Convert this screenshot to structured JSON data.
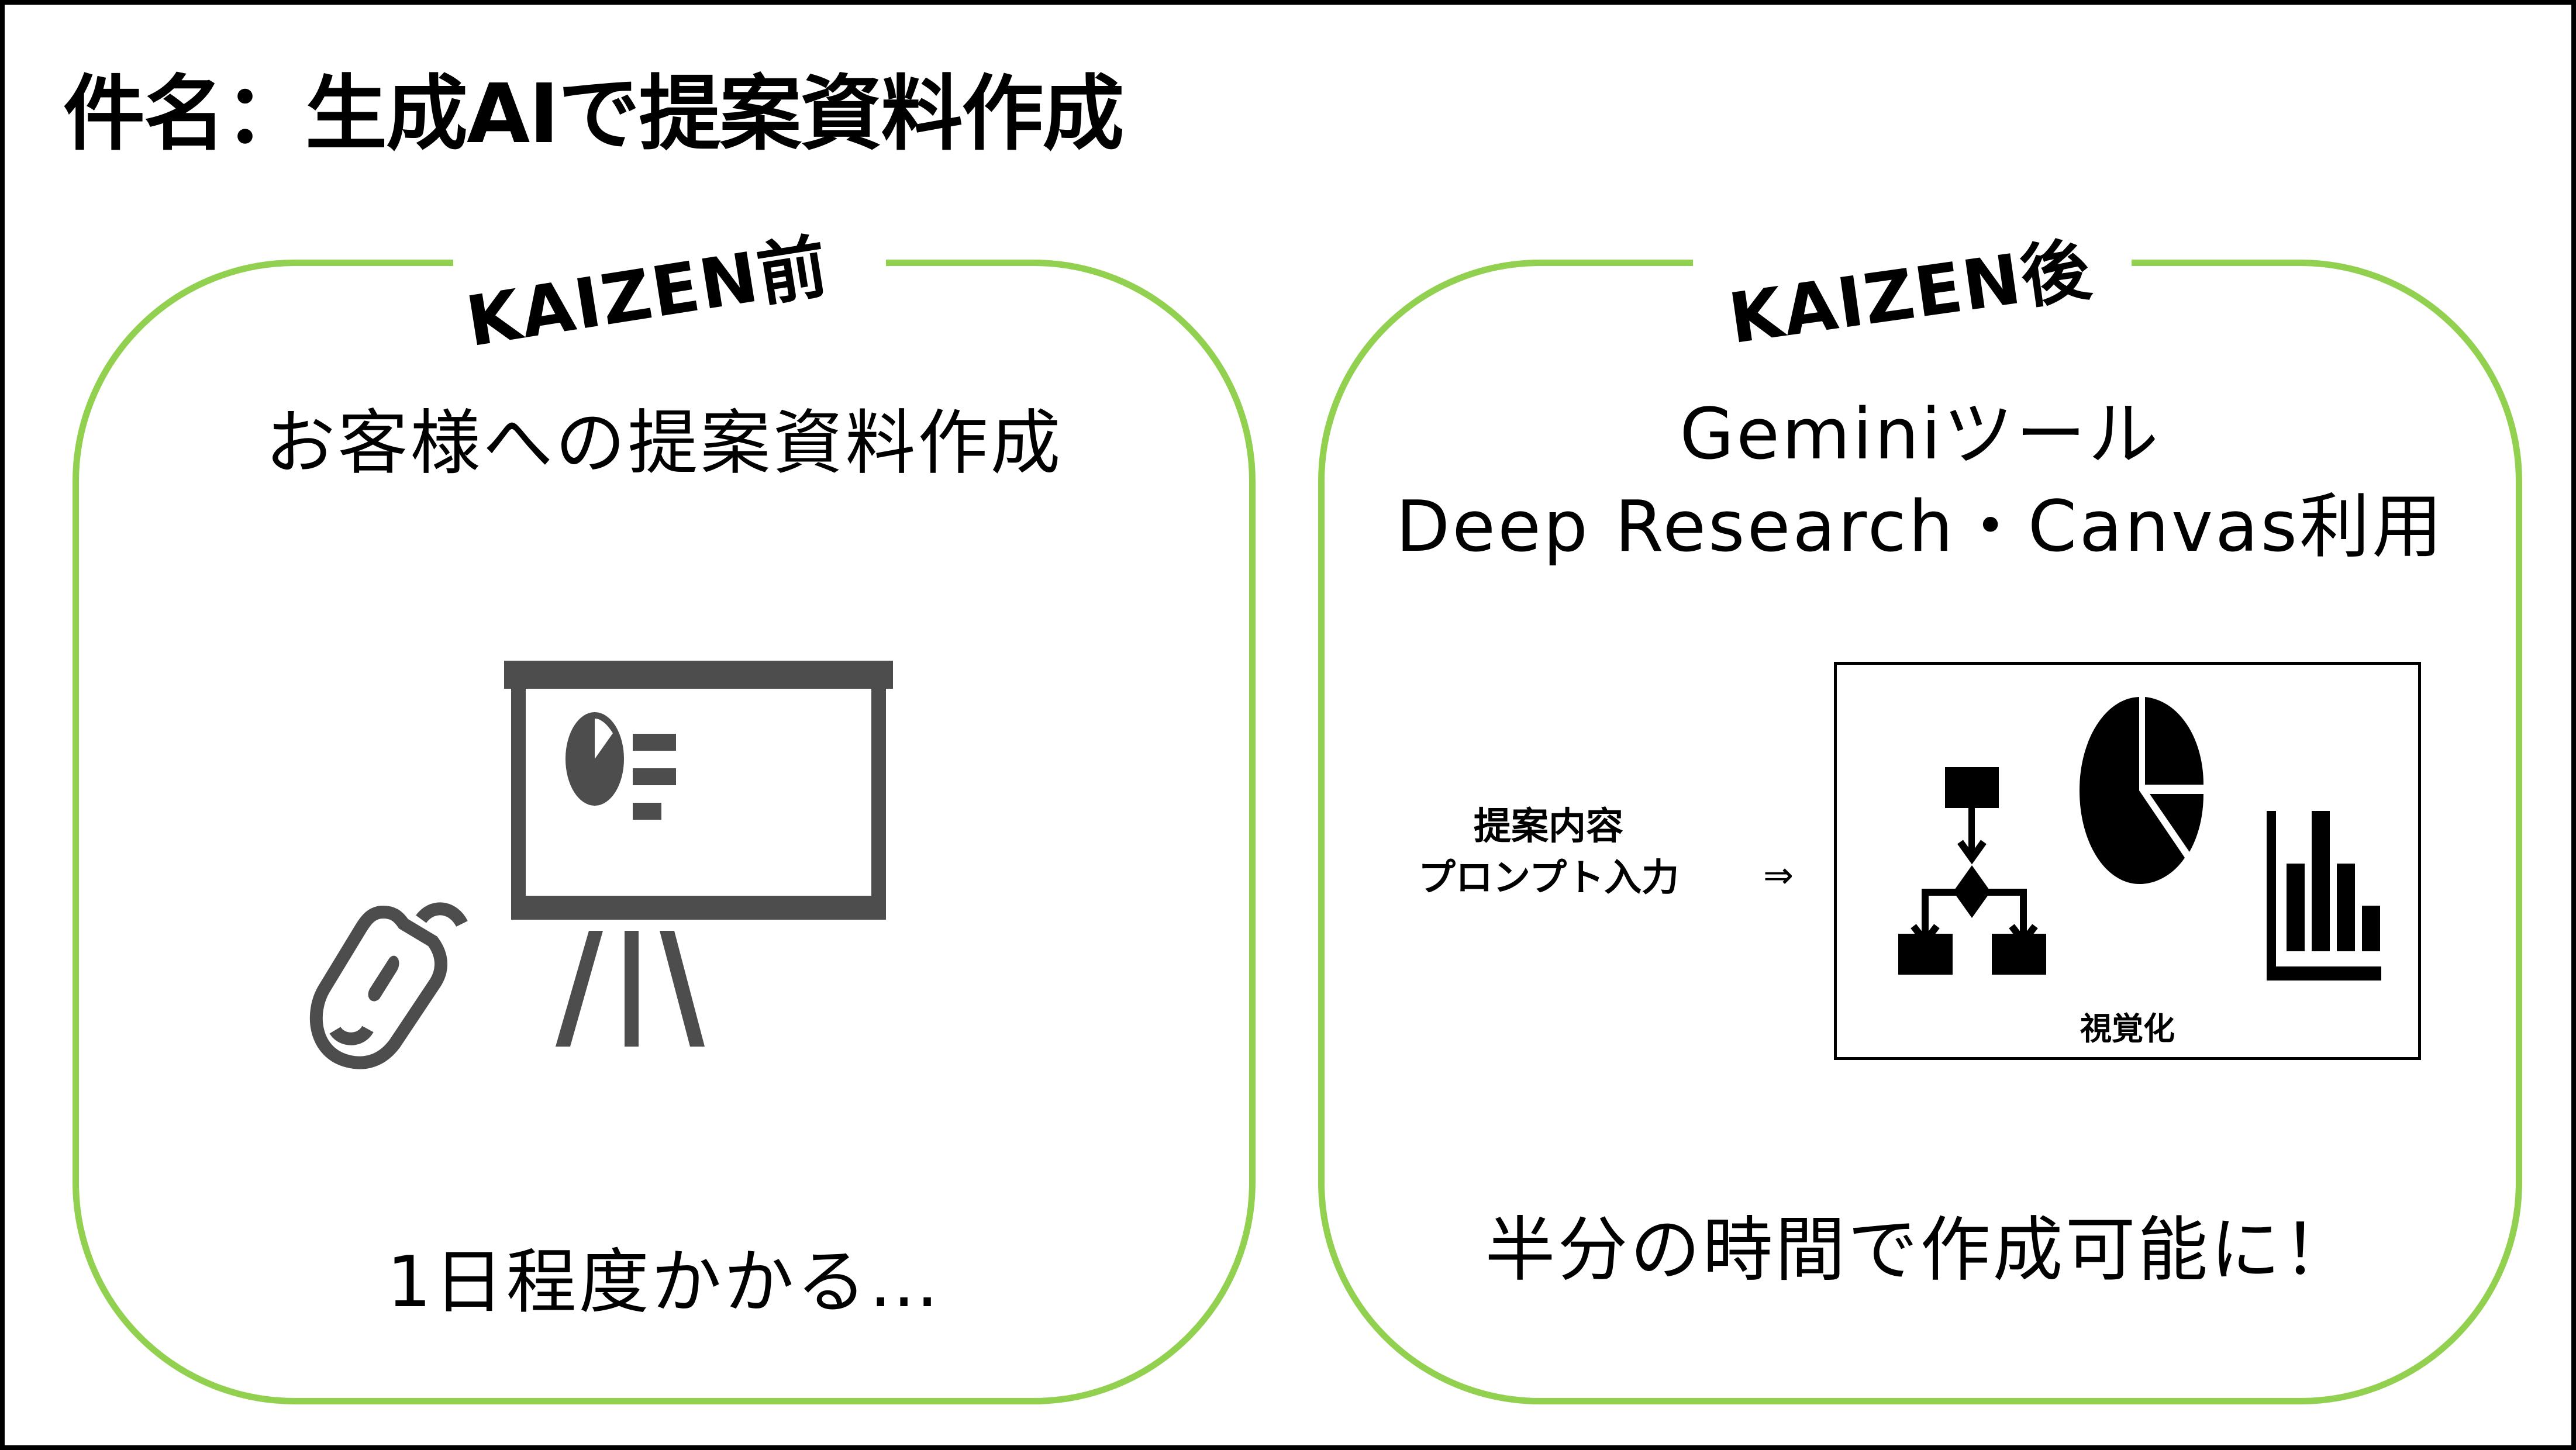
{
  "slide": {
    "title": "件名：生成AIで提案資料作成",
    "accent_color": "#92D050",
    "icon_gray": "#4D4D4D"
  },
  "before": {
    "label": "KAIZEN前",
    "heading": "お客様への提案資料作成",
    "icons": [
      "mouse-icon",
      "presentation-easel-icon"
    ],
    "result": "1日程度かかる…"
  },
  "after": {
    "label": "KAIZEN後",
    "heading_line1": "Geminiツール",
    "heading_line2": "Deep Research・Canvas利用",
    "flow": {
      "input_line1": "提案内容",
      "input_line2": "プロンプト入力",
      "arrow": "⇒",
      "output_label": "視覚化",
      "output_icons": [
        "flowchart-icon",
        "pie-chart-icon",
        "bar-chart-icon"
      ]
    },
    "result": "半分の時間で作成可能に！"
  }
}
